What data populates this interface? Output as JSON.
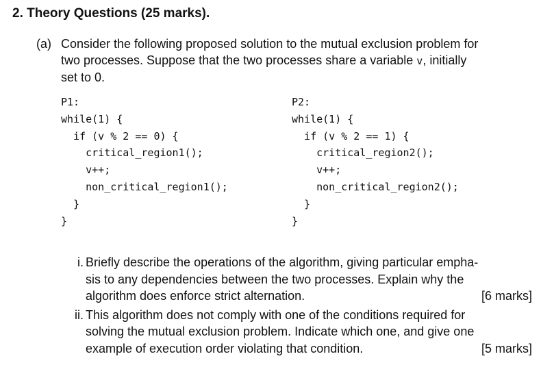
{
  "heading": "2. Theory Questions (25 marks).",
  "part_a": {
    "label": "(a)",
    "lines": [
      "Consider the following proposed solution to the mutual exclusion problem for",
      "two processes. Suppose that the two processes share a variable ",
      "set to 0."
    ],
    "variable": "v",
    "line2_suffix": ", initially"
  },
  "code": {
    "p1": [
      "P1:",
      "while(1) {",
      "  if (v % 2 == 0) {",
      "    critical_region1();",
      "    v++;",
      "    non_critical_region1();",
      "  }",
      "}"
    ],
    "p2": [
      "P2:",
      "while(1) {",
      "  if (v % 2 == 1) {",
      "    critical_region2();",
      "    v++;",
      "    non_critical_region2();",
      "  }",
      "}"
    ]
  },
  "questions": [
    {
      "number": "i.",
      "lines": [
        "Briefly describe the operations of the algorithm, giving particular empha-",
        "sis to any dependencies between the two processes. Explain why the",
        "algorithm does enforce strict alternation."
      ],
      "marks": "[6 marks]"
    },
    {
      "number": "ii.",
      "lines": [
        "This algorithm does not comply with one of the conditions required for",
        "solving the mutual exclusion problem. Indicate which one, and give one",
        "example of execution order violating that condition."
      ],
      "marks": "[5 marks]"
    }
  ]
}
